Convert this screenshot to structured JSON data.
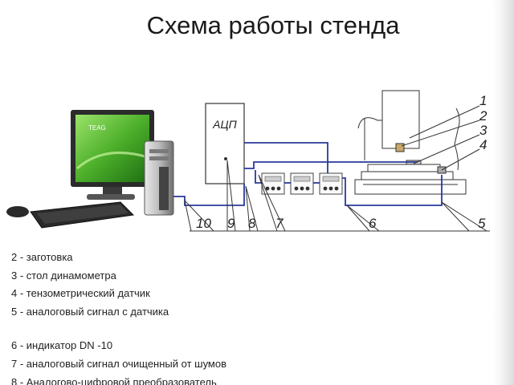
{
  "slide": {
    "title": "Схема работы стенда"
  },
  "diagram": {
    "adc_label": "АЦП",
    "pc_screen_text": "TEAG",
    "callouts": [
      "1",
      "2",
      "3",
      "4",
      "5",
      "6",
      "7",
      "8",
      "9",
      "10"
    ],
    "colors": {
      "wire": "#2a3a9a",
      "line": "#333333",
      "screen": "#4caf2a"
    }
  },
  "legend": {
    "items_a": [
      "2 - заготовка",
      "3 - стол динамометра",
      "4 - тензометрический датчик",
      "5 - аналоговый сигнал с датчика"
    ],
    "items_b": [
      "6 - индикатор DN -10",
      "7 - аналоговый сигнал очищенный от шумов",
      "8 - Аналогово-цифровой преобразователь"
    ]
  }
}
